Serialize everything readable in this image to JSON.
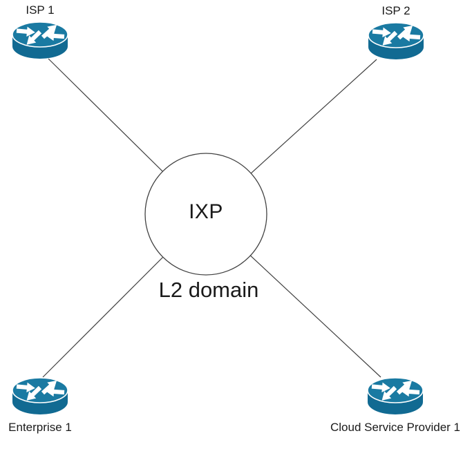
{
  "ixp": {
    "label": "IXP",
    "caption": "L2 domain"
  },
  "nodes": {
    "isp1": {
      "label": "ISP 1",
      "icon": "router-icon"
    },
    "isp2": {
      "label": "ISP 2",
      "icon": "router-icon"
    },
    "enterprise1": {
      "label": "Enterprise 1",
      "icon": "router-icon"
    },
    "csp1": {
      "label": "Cloud Service Provider 1",
      "icon": "router-icon"
    }
  },
  "links": [
    {
      "from": "isp1",
      "to": "ixp"
    },
    {
      "from": "isp2",
      "to": "ixp"
    },
    {
      "from": "enterprise1",
      "to": "ixp"
    },
    {
      "from": "csp1",
      "to": "ixp"
    }
  ],
  "colors": {
    "background": "#ffffff",
    "router_top": "#1a7aa2",
    "router_body": "#116a92",
    "router_arrow": "#ffffff",
    "line": "#3f3f3f",
    "circle_stroke": "#404040",
    "circle_fill": "#ffffff",
    "text": "#1a1a1a"
  }
}
